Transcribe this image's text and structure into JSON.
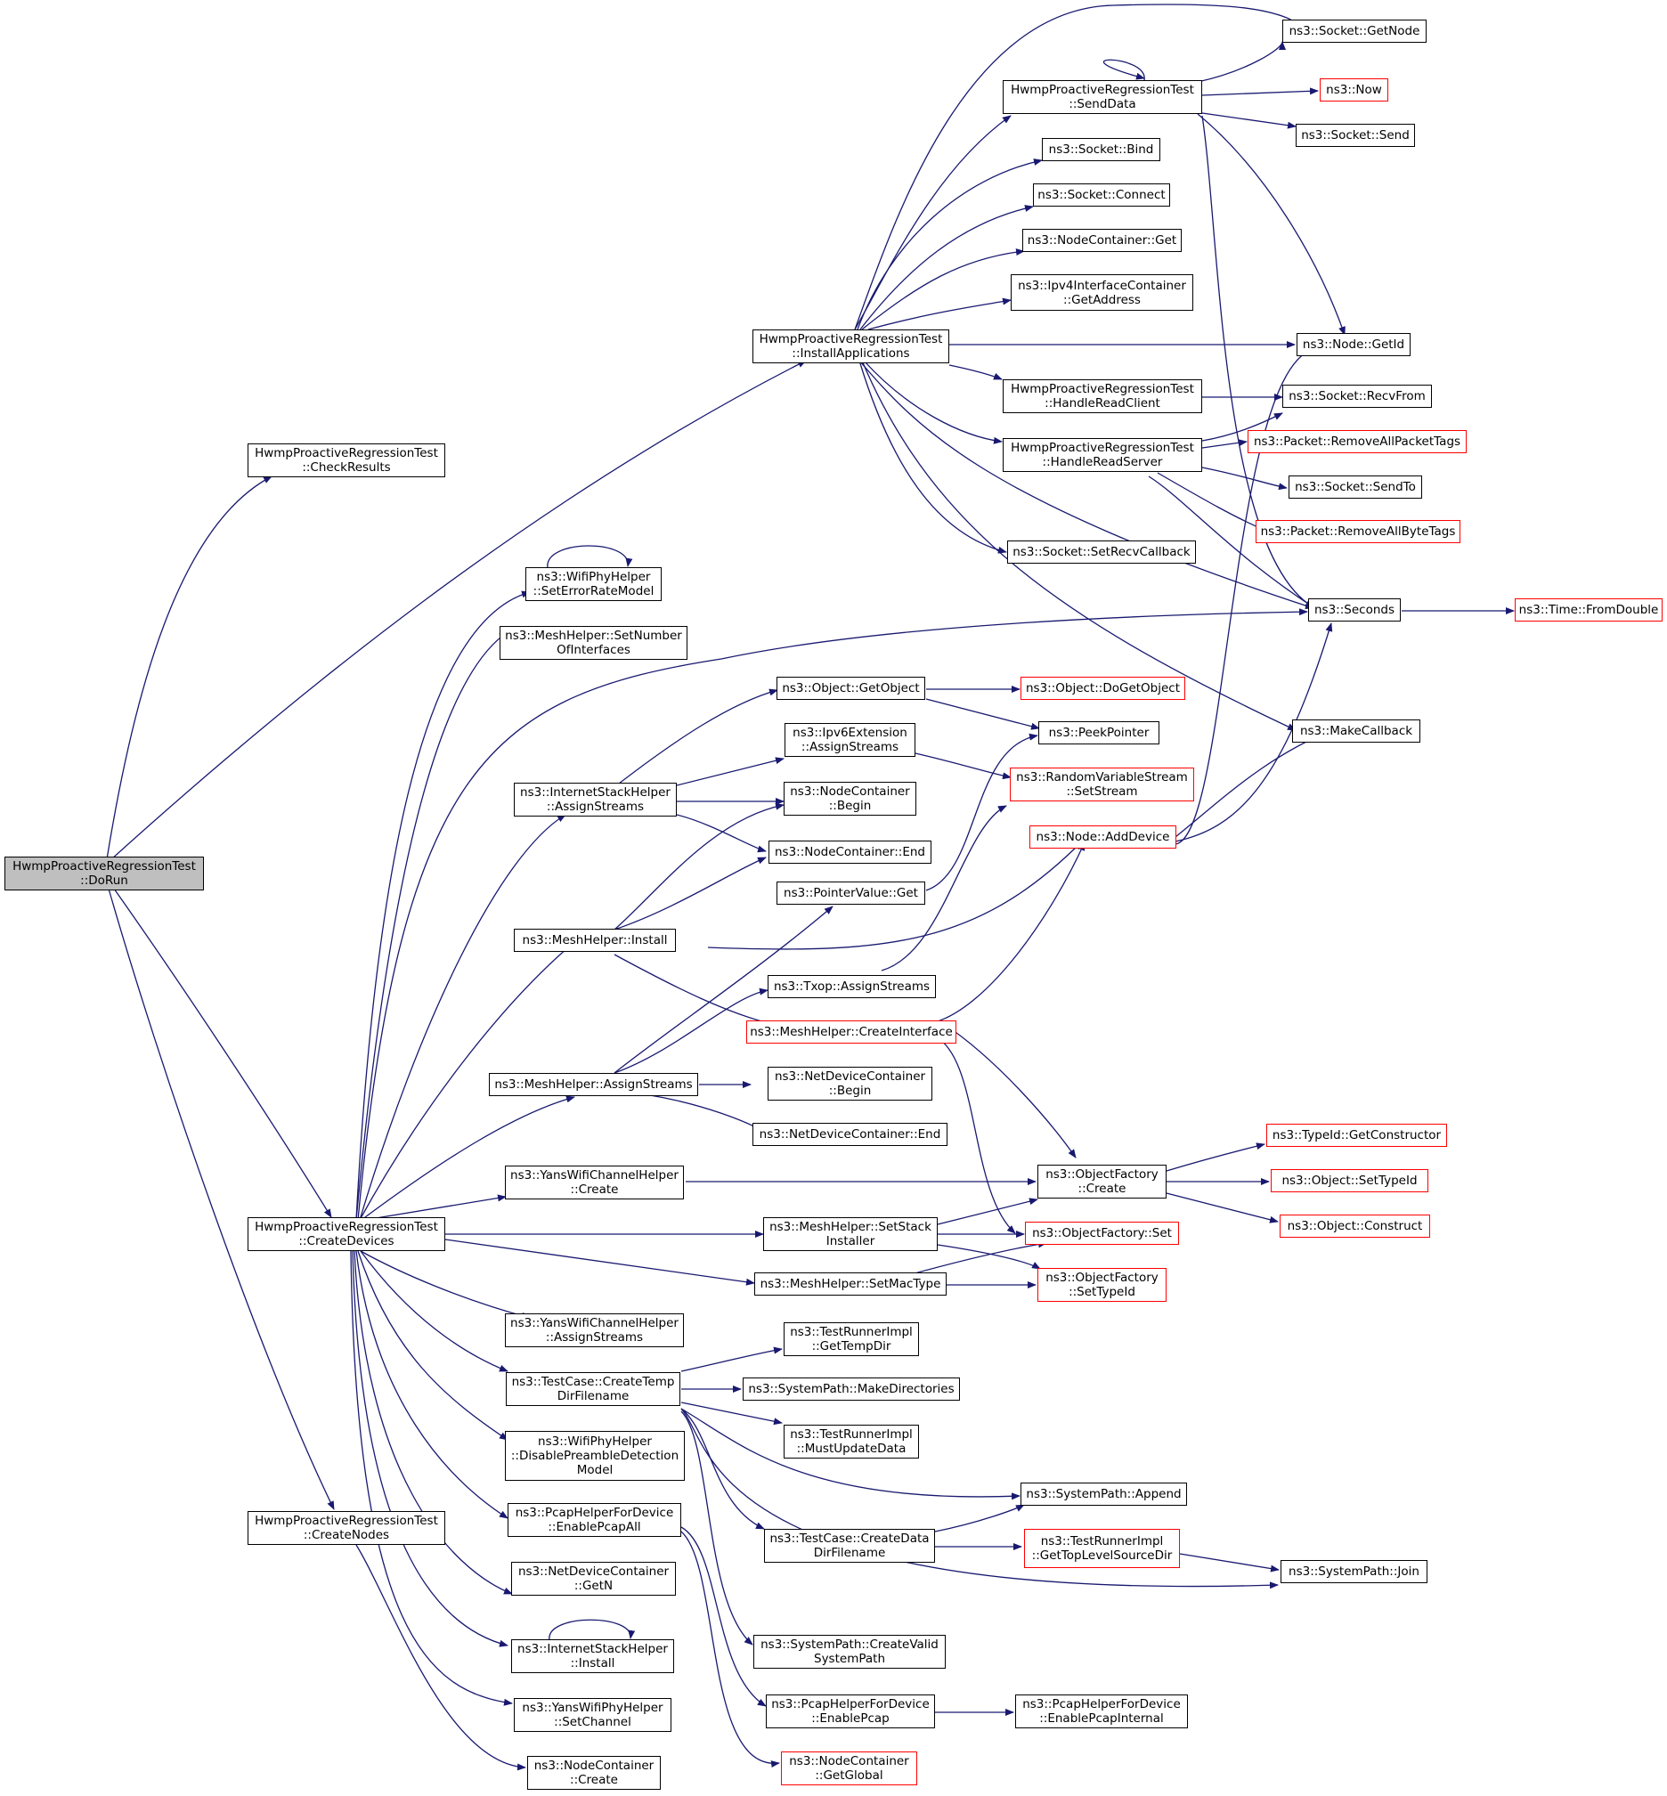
{
  "nodes": [
    {
      "id": "dorun",
      "lines": [
        "HwmpProactiveRegressionTest",
        "::DoRun"
      ],
      "style": "root"
    },
    {
      "id": "checkresults",
      "lines": [
        "HwmpProactiveRegressionTest",
        "::CheckResults"
      ],
      "style": "normal"
    },
    {
      "id": "installapps",
      "lines": [
        "HwmpProactiveRegressionTest",
        "::InstallApplications"
      ],
      "style": "normal"
    },
    {
      "id": "createdevices",
      "lines": [
        "HwmpProactiveRegressionTest",
        "::CreateDevices"
      ],
      "style": "normal"
    },
    {
      "id": "createnodes",
      "lines": [
        "HwmpProactiveRegressionTest",
        "::CreateNodes"
      ],
      "style": "normal"
    },
    {
      "id": "senddata",
      "lines": [
        "HwmpProactiveRegressionTest",
        "::SendData"
      ],
      "style": "normal"
    },
    {
      "id": "socket_getnode",
      "lines": [
        "ns3::Socket::GetNode"
      ],
      "style": "normal"
    },
    {
      "id": "now",
      "lines": [
        "ns3::Now"
      ],
      "style": "red"
    },
    {
      "id": "socket_send",
      "lines": [
        "ns3::Socket::Send"
      ],
      "style": "normal"
    },
    {
      "id": "socket_bind",
      "lines": [
        "ns3::Socket::Bind"
      ],
      "style": "normal"
    },
    {
      "id": "socket_connect",
      "lines": [
        "ns3::Socket::Connect"
      ],
      "style": "normal"
    },
    {
      "id": "nodecontainer_get",
      "lines": [
        "ns3::NodeContainer::Get"
      ],
      "style": "normal"
    },
    {
      "id": "ipv4_getaddress",
      "lines": [
        "ns3::Ipv4InterfaceContainer",
        "::GetAddress"
      ],
      "style": "normal"
    },
    {
      "id": "node_getid",
      "lines": [
        "ns3::Node::GetId"
      ],
      "style": "normal"
    },
    {
      "id": "handlereadclient",
      "lines": [
        "HwmpProactiveRegressionTest",
        "::HandleReadClient"
      ],
      "style": "normal"
    },
    {
      "id": "socket_recvfrom",
      "lines": [
        "ns3::Socket::RecvFrom"
      ],
      "style": "normal"
    },
    {
      "id": "handlereadserver",
      "lines": [
        "HwmpProactiveRegressionTest",
        "::HandleReadServer"
      ],
      "style": "normal"
    },
    {
      "id": "removeallpackettags",
      "lines": [
        "ns3::Packet::RemoveAllPacketTags"
      ],
      "style": "red"
    },
    {
      "id": "socket_sendto",
      "lines": [
        "ns3::Socket::SendTo"
      ],
      "style": "normal"
    },
    {
      "id": "removeallbytetags",
      "lines": [
        "ns3::Packet::RemoveAllByteTags"
      ],
      "style": "red"
    },
    {
      "id": "setrecvcallback",
      "lines": [
        "ns3::Socket::SetRecvCallback"
      ],
      "style": "normal"
    },
    {
      "id": "seconds",
      "lines": [
        "ns3::Seconds"
      ],
      "style": "normal"
    },
    {
      "id": "fromdouble",
      "lines": [
        "ns3::Time::FromDouble"
      ],
      "style": "red"
    },
    {
      "id": "makecallback",
      "lines": [
        "ns3::MakeCallback"
      ],
      "style": "normal"
    },
    {
      "id": "seterrorratemodel",
      "lines": [
        "ns3::WifiPhyHelper",
        "::SetErrorRateModel"
      ],
      "style": "normal"
    },
    {
      "id": "setnumberofinterfaces",
      "lines": [
        "ns3::MeshHelper::SetNumber",
        "OfInterfaces"
      ],
      "style": "normal"
    },
    {
      "id": "getobject",
      "lines": [
        "ns3::Object::GetObject"
      ],
      "style": "normal"
    },
    {
      "id": "dogetobject",
      "lines": [
        "ns3::Object::DoGetObject"
      ],
      "style": "red"
    },
    {
      "id": "peekpointer",
      "lines": [
        "ns3::PeekPointer"
      ],
      "style": "normal"
    },
    {
      "id": "ipv6ext_assignstreams",
      "lines": [
        "ns3::Ipv6Extension",
        "::AssignStreams"
      ],
      "style": "normal"
    },
    {
      "id": "rvs_setstream",
      "lines": [
        "ns3::RandomVariableStream",
        "::SetStream"
      ],
      "style": "red"
    },
    {
      "id": "ish_assignstreams",
      "lines": [
        "ns3::InternetStackHelper",
        "::AssignStreams"
      ],
      "style": "normal"
    },
    {
      "id": "nc_begin",
      "lines": [
        "ns3::NodeContainer",
        "::Begin"
      ],
      "style": "normal"
    },
    {
      "id": "nc_end",
      "lines": [
        "ns3::NodeContainer::End"
      ],
      "style": "normal"
    },
    {
      "id": "node_adddevice",
      "lines": [
        "ns3::Node::AddDevice"
      ],
      "style": "red"
    },
    {
      "id": "pointervalue_get",
      "lines": [
        "ns3::PointerValue::Get"
      ],
      "style": "normal"
    },
    {
      "id": "mesh_install",
      "lines": [
        "ns3::MeshHelper::Install"
      ],
      "style": "normal"
    },
    {
      "id": "txop_assignstreams",
      "lines": [
        "ns3::Txop::AssignStreams"
      ],
      "style": "normal"
    },
    {
      "id": "mesh_createinterface",
      "lines": [
        "ns3::MeshHelper::CreateInterface"
      ],
      "style": "red"
    },
    {
      "id": "mesh_assignstreams",
      "lines": [
        "ns3::MeshHelper::AssignStreams"
      ],
      "style": "normal"
    },
    {
      "id": "ndc_begin",
      "lines": [
        "ns3::NetDeviceContainer",
        "::Begin"
      ],
      "style": "normal"
    },
    {
      "id": "ndc_end",
      "lines": [
        "ns3::NetDeviceContainer::End"
      ],
      "style": "normal"
    },
    {
      "id": "typeid_getconstructor",
      "lines": [
        "ns3::TypeId::GetConstructor"
      ],
      "style": "red"
    },
    {
      "id": "yanschannel_create",
      "lines": [
        "ns3::YansWifiChannelHelper",
        "::Create"
      ],
      "style": "normal"
    },
    {
      "id": "objectfactory_create",
      "lines": [
        "ns3::ObjectFactory",
        "::Create"
      ],
      "style": "normal"
    },
    {
      "id": "object_settypeid",
      "lines": [
        "ns3::Object::SetTypeId"
      ],
      "style": "red"
    },
    {
      "id": "object_construct",
      "lines": [
        "ns3::Object::Construct"
      ],
      "style": "red"
    },
    {
      "id": "mesh_setstackinstaller",
      "lines": [
        "ns3::MeshHelper::SetStack",
        "Installer"
      ],
      "style": "normal"
    },
    {
      "id": "objectfactory_set",
      "lines": [
        "ns3::ObjectFactory::Set"
      ],
      "style": "red"
    },
    {
      "id": "mesh_setmactype",
      "lines": [
        "ns3::MeshHelper::SetMacType"
      ],
      "style": "normal"
    },
    {
      "id": "objectfactory_settypeid",
      "lines": [
        "ns3::ObjectFactory",
        "::SetTypeId"
      ],
      "style": "red"
    },
    {
      "id": "yanschannel_assignstreams",
      "lines": [
        "ns3::YansWifiChannelHelper",
        "::AssignStreams"
      ],
      "style": "normal"
    },
    {
      "id": "testrunner_gettempdir",
      "lines": [
        "ns3::TestRunnerImpl",
        "::GetTempDir"
      ],
      "style": "normal"
    },
    {
      "id": "createtempdirfilename",
      "lines": [
        "ns3::TestCase::CreateTemp",
        "DirFilename"
      ],
      "style": "normal"
    },
    {
      "id": "makedirectories",
      "lines": [
        "ns3::SystemPath::MakeDirectories"
      ],
      "style": "normal"
    },
    {
      "id": "mustupdatedata",
      "lines": [
        "ns3::TestRunnerImpl",
        "::MustUpdateData"
      ],
      "style": "normal"
    },
    {
      "id": "disablepreamble",
      "lines": [
        "ns3::WifiPhyHelper",
        "::DisablePreambleDetection",
        "Model"
      ],
      "style": "normal"
    },
    {
      "id": "systempath_append",
      "lines": [
        "ns3::SystemPath::Append"
      ],
      "style": "normal"
    },
    {
      "id": "enablepcapall",
      "lines": [
        "ns3::PcapHelperForDevice",
        "::EnablePcapAll"
      ],
      "style": "normal"
    },
    {
      "id": "createdatadirfilename",
      "lines": [
        "ns3::TestCase::CreateData",
        "DirFilename"
      ],
      "style": "normal"
    },
    {
      "id": "gettoplevelsourcedir",
      "lines": [
        "ns3::TestRunnerImpl",
        "::GetTopLevelSourceDir"
      ],
      "style": "red"
    },
    {
      "id": "systempath_join",
      "lines": [
        "ns3::SystemPath::Join"
      ],
      "style": "normal"
    },
    {
      "id": "ndc_getn",
      "lines": [
        "ns3::NetDeviceContainer",
        "::GetN"
      ],
      "style": "normal"
    },
    {
      "id": "createvalidsystempath",
      "lines": [
        "ns3::SystemPath::CreateValid",
        "SystemPath"
      ],
      "style": "normal"
    },
    {
      "id": "ish_install",
      "lines": [
        "ns3::InternetStackHelper",
        "::Install"
      ],
      "style": "normal"
    },
    {
      "id": "enablepcap",
      "lines": [
        "ns3::PcapHelperForDevice",
        "::EnablePcap"
      ],
      "style": "normal"
    },
    {
      "id": "enablepcapinternal",
      "lines": [
        "ns3::PcapHelperForDevice",
        "::EnablePcapInternal"
      ],
      "style": "normal"
    },
    {
      "id": "yansphy_setchannel",
      "lines": [
        "ns3::YansWifiPhyHelper",
        "::SetChannel"
      ],
      "style": "normal"
    },
    {
      "id": "nc_create",
      "lines": [
        "ns3::NodeContainer",
        "::Create"
      ],
      "style": "normal"
    },
    {
      "id": "nc_getglobal",
      "lines": [
        "ns3::NodeContainer",
        "::GetGlobal"
      ],
      "style": "red"
    }
  ]
}
